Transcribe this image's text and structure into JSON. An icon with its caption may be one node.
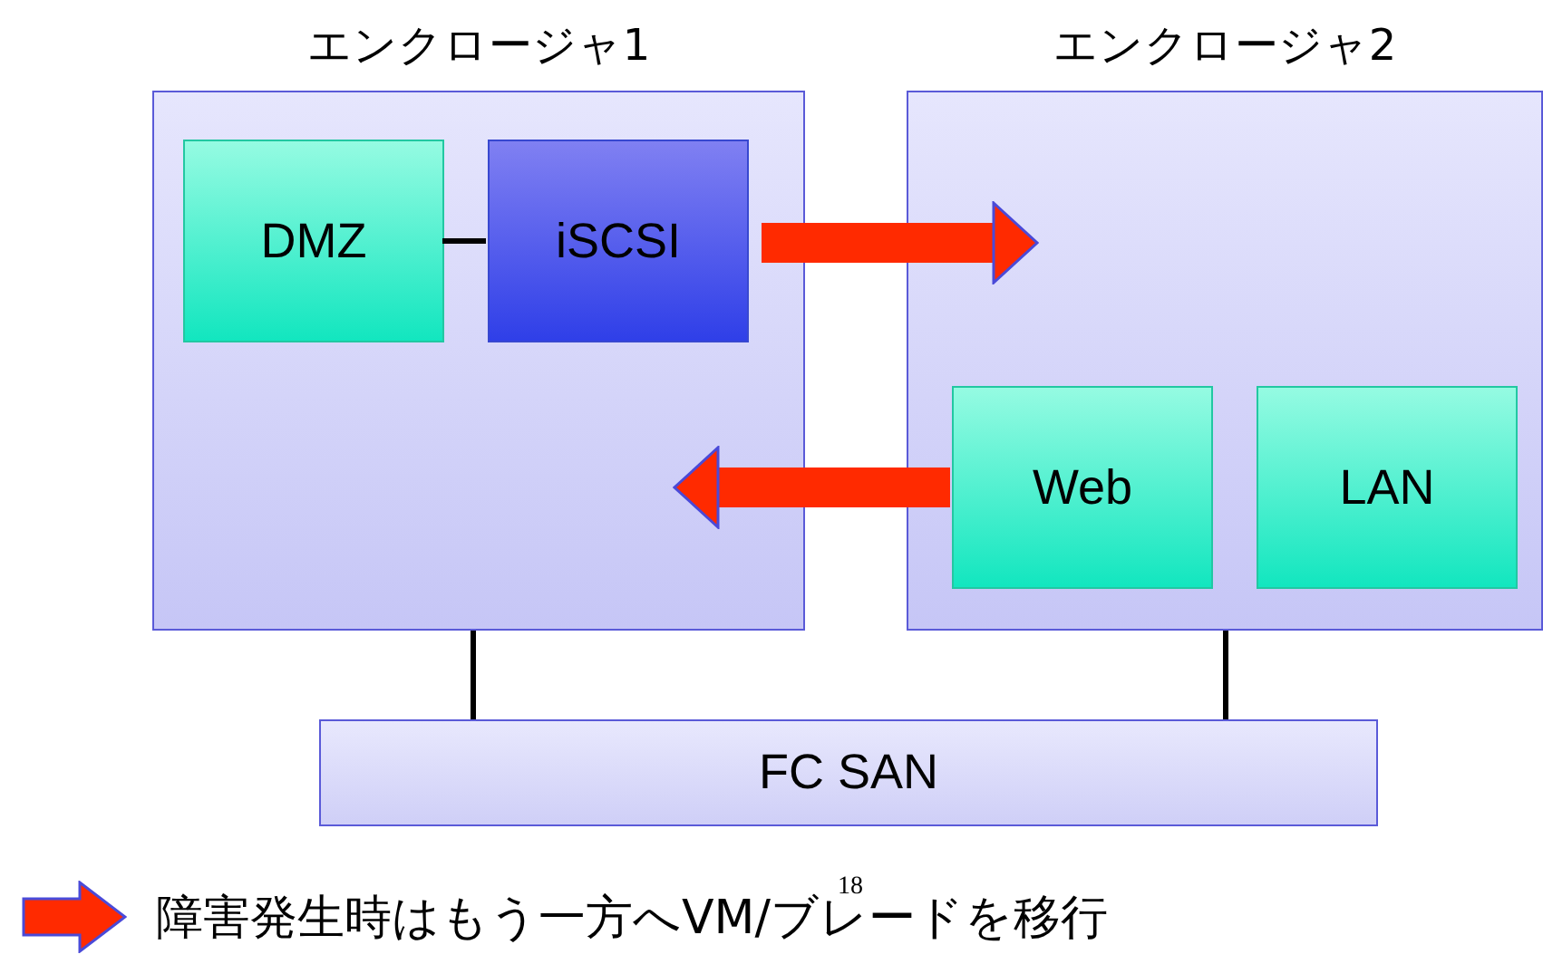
{
  "diagram": {
    "nodes": [
      {
        "text": [
          "エンクロージャ1"
        ]
      },
      {
        "text": [
          "DMZ"
        ],
        "in": 0
      },
      {
        "text": [
          "iSCSI"
        ],
        "in": 0
      },
      {
        "text": [
          "エンクロージャ2"
        ]
      },
      {
        "text": [
          "Web"
        ],
        "in": 3
      },
      {
        "text": [
          "LAN"
        ],
        "in": 3
      },
      {
        "text": [
          "FC SAN"
        ]
      }
    ],
    "edges": [
      {
        "from": 1,
        "to": 2,
        "arrow": "none"
      },
      {
        "from": 2,
        "to": 3,
        "arrow": "to",
        "style": "thick",
        "color": "#ff2a00"
      },
      {
        "from": 4,
        "to": 0,
        "arrow": "to",
        "style": "thick",
        "color": "#ff2a00"
      },
      {
        "from": 0,
        "to": 6,
        "arrow": "none"
      },
      {
        "from": 3,
        "to": 6,
        "arrow": "none"
      }
    ],
    "labels": [
      "18"
    ],
    "legend": [
      {
        "text": "障害発生時はもう一方へVM/ブレードを移行"
      }
    ]
  }
}
